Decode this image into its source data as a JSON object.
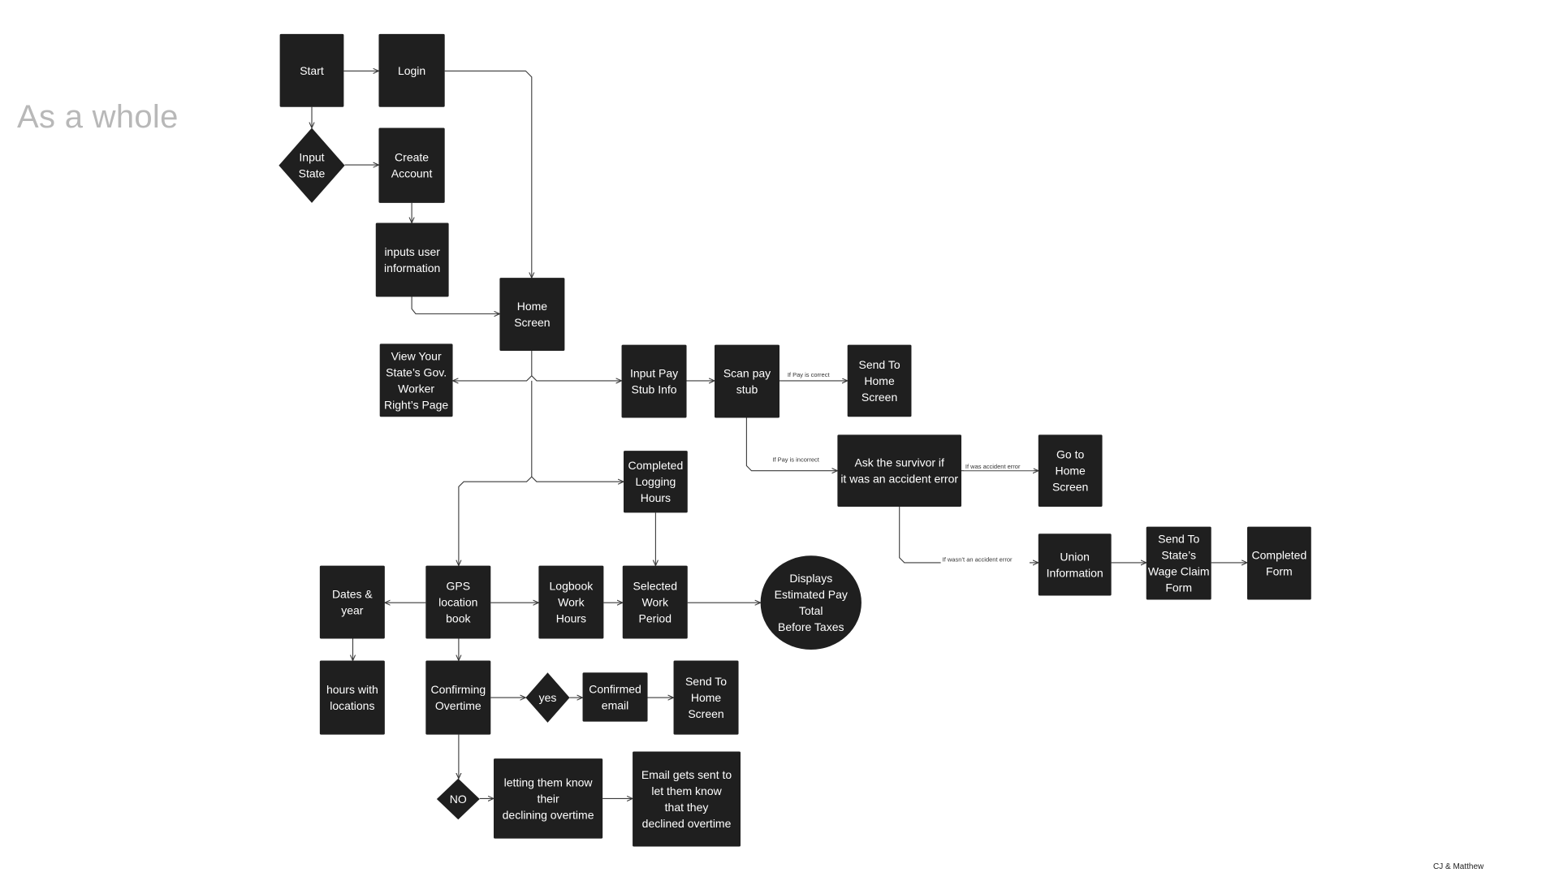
{
  "title": "As a whole",
  "credit": "CJ & Matthew",
  "colors": {
    "node": "#1f1f1f",
    "edge": "#3a3a3a",
    "text": "#ffffff",
    "title": "#b8b8b8"
  },
  "nodes": [
    {
      "id": "start",
      "label": "Start",
      "shape": "rect"
    },
    {
      "id": "login",
      "label": "Login",
      "shape": "rect"
    },
    {
      "id": "input_state",
      "label": "Input State",
      "shape": "diamond"
    },
    {
      "id": "create_account",
      "label": "Create Account",
      "shape": "rect"
    },
    {
      "id": "inputs_user_info",
      "label": "inputs user information",
      "shape": "rect"
    },
    {
      "id": "home_screen",
      "label": "Home Screen",
      "shape": "rect"
    },
    {
      "id": "view_rights",
      "label": "View Your State’s Gov. Worker Right’s Page",
      "shape": "rect"
    },
    {
      "id": "input_pay_stub",
      "label": "Input Pay Stub Info",
      "shape": "rect"
    },
    {
      "id": "scan_pay_stub",
      "label": "Scan pay stub",
      "shape": "rect"
    },
    {
      "id": "send_home_1",
      "label": "Send To Home Screen",
      "shape": "rect"
    },
    {
      "id": "ask_survivor",
      "label": "Ask the survivor if it was an accident error",
      "shape": "rect"
    },
    {
      "id": "go_home",
      "label": "Go to Home Screen",
      "shape": "rect"
    },
    {
      "id": "union_info",
      "label": "Union Information",
      "shape": "rect"
    },
    {
      "id": "send_wage_claim",
      "label": "Send To State’s Wage Claim Form",
      "shape": "rect"
    },
    {
      "id": "completed_form",
      "label": "Completed Form",
      "shape": "rect"
    },
    {
      "id": "completed_logging",
      "label": "Completed Logging Hours",
      "shape": "rect"
    },
    {
      "id": "dates_year",
      "label": "Dates & year",
      "shape": "rect"
    },
    {
      "id": "gps_book",
      "label": "GPS location book",
      "shape": "rect"
    },
    {
      "id": "logbook_hours",
      "label": "Logbook Work Hours",
      "shape": "rect"
    },
    {
      "id": "selected_period",
      "label": "Selected Work Period",
      "shape": "rect"
    },
    {
      "id": "estimated_pay",
      "label": "Displays Estimated Pay Total Before Taxes",
      "shape": "circle"
    },
    {
      "id": "hours_locations",
      "label": "hours with locations",
      "shape": "rect"
    },
    {
      "id": "confirm_overtime",
      "label": "Confirming Overtime",
      "shape": "rect"
    },
    {
      "id": "yes",
      "label": "yes",
      "shape": "diamond"
    },
    {
      "id": "confirmed_email",
      "label": "Confirmed email",
      "shape": "rect"
    },
    {
      "id": "send_home_2",
      "label": "Send To Home Screen",
      "shape": "rect"
    },
    {
      "id": "no",
      "label": "NO",
      "shape": "diamond"
    },
    {
      "id": "declining",
      "label": "letting them know their declining overtime",
      "shape": "rect"
    },
    {
      "id": "email_declined",
      "label": "Email gets sent to let them know that they declined overtime",
      "shape": "rect"
    }
  ],
  "edges": [
    {
      "from": "start",
      "to": "login",
      "label": ""
    },
    {
      "from": "start",
      "to": "input_state",
      "label": ""
    },
    {
      "from": "input_state",
      "to": "create_account",
      "label": ""
    },
    {
      "from": "create_account",
      "to": "inputs_user_info",
      "label": ""
    },
    {
      "from": "login",
      "to": "home_screen",
      "label": ""
    },
    {
      "from": "inputs_user_info",
      "to": "home_screen",
      "label": ""
    },
    {
      "from": "home_screen",
      "to": "view_rights",
      "label": ""
    },
    {
      "from": "home_screen",
      "to": "input_pay_stub",
      "label": ""
    },
    {
      "from": "home_screen",
      "to": "completed_logging",
      "label": ""
    },
    {
      "from": "home_screen",
      "to": "gps_book",
      "label": ""
    },
    {
      "from": "input_pay_stub",
      "to": "scan_pay_stub",
      "label": ""
    },
    {
      "from": "scan_pay_stub",
      "to": "send_home_1",
      "label": "If Pay is correct"
    },
    {
      "from": "scan_pay_stub",
      "to": "ask_survivor",
      "label": "If Pay is incorrect"
    },
    {
      "from": "ask_survivor",
      "to": "go_home",
      "label": "If was accident error"
    },
    {
      "from": "ask_survivor",
      "to": "union_info",
      "label": "If wasn’t an accident error"
    },
    {
      "from": "union_info",
      "to": "send_wage_claim",
      "label": ""
    },
    {
      "from": "send_wage_claim",
      "to": "completed_form",
      "label": ""
    },
    {
      "from": "completed_logging",
      "to": "selected_period",
      "label": ""
    },
    {
      "from": "gps_book",
      "to": "dates_year",
      "label": ""
    },
    {
      "from": "gps_book",
      "to": "logbook_hours",
      "label": ""
    },
    {
      "from": "logbook_hours",
      "to": "selected_period",
      "label": ""
    },
    {
      "from": "selected_period",
      "to": "estimated_pay",
      "label": ""
    },
    {
      "from": "dates_year",
      "to": "hours_locations",
      "label": ""
    },
    {
      "from": "gps_book",
      "to": "confirm_overtime",
      "label": ""
    },
    {
      "from": "confirm_overtime",
      "to": "yes",
      "label": ""
    },
    {
      "from": "yes",
      "to": "confirmed_email",
      "label": ""
    },
    {
      "from": "confirmed_email",
      "to": "send_home_2",
      "label": ""
    },
    {
      "from": "confirm_overtime",
      "to": "no",
      "label": ""
    },
    {
      "from": "no",
      "to": "declining",
      "label": ""
    },
    {
      "from": "declining",
      "to": "email_declined",
      "label": ""
    }
  ]
}
